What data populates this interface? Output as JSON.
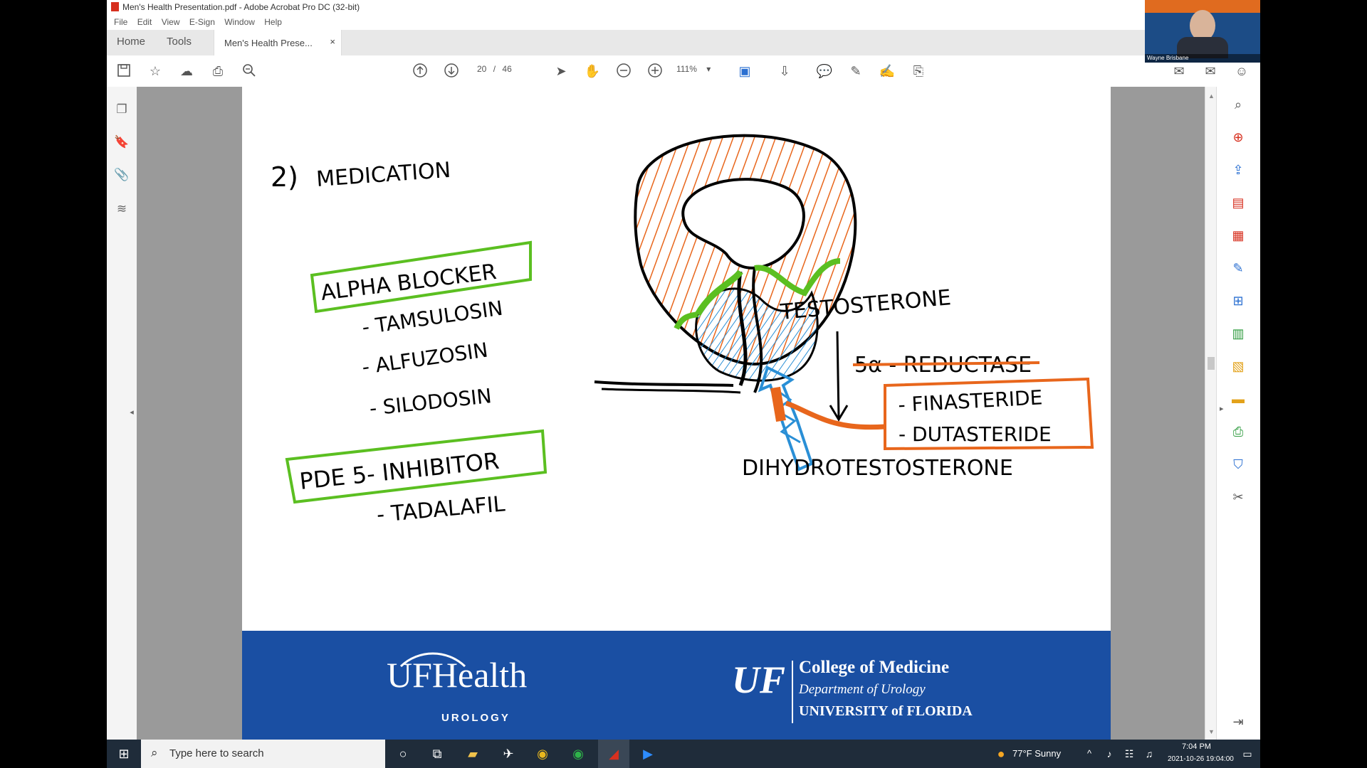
{
  "window": {
    "title": "Men's Health Presentation.pdf - Adobe Acrobat Pro DC (32-bit)"
  },
  "menu": [
    "File",
    "Edit",
    "View",
    "E-Sign",
    "Window",
    "Help"
  ],
  "nav": {
    "home": "Home",
    "tools": "Tools",
    "doc_tab": "Men's Health Prese...",
    "close": "×"
  },
  "toolbar": {
    "page_current": "20",
    "page_sep": "/",
    "page_total": "46",
    "zoom": "111%"
  },
  "slide": {
    "heading_num": "2)",
    "heading": "MEDICATION",
    "alpha": {
      "title": "ALPHA BLOCKER",
      "items": [
        "- TAMSULOSIN",
        "- ALFUZOSIN",
        "- SILODOSIN"
      ]
    },
    "pde": {
      "title": "PDE 5- INHIBITOR",
      "items": [
        "- TADALAFIL"
      ]
    },
    "testosterone": "TESTOSTERONE",
    "reductase": "5α - REDUCTASE",
    "finasteride": "- FINASTERIDE",
    "dutasteride": "- DUTASTERIDE",
    "dht": "DIHYDROTESTOSTERONE",
    "footer_left_brand": "UFHealth",
    "footer_left_sub": "UROLOGY",
    "footer_right_mark": "UF",
    "footer_right_l1": "College of Medicine",
    "footer_right_l2": "Department of Urology",
    "footer_right_l3": "UNIVERSITY of FLORIDA"
  },
  "webcam": {
    "name": "Wayne Brisbane"
  },
  "taskbar": {
    "search_placeholder": "Type here to search",
    "weather": "77°F Sunny",
    "time": "7:04 PM",
    "date": "2021-10-26 19:04:00"
  },
  "colors": {
    "green": "#5bbf21",
    "orange": "#e8661c",
    "blue": "#2a8fd6",
    "banner": "#1a4fa3",
    "acrobat_red": "#d7301f"
  }
}
